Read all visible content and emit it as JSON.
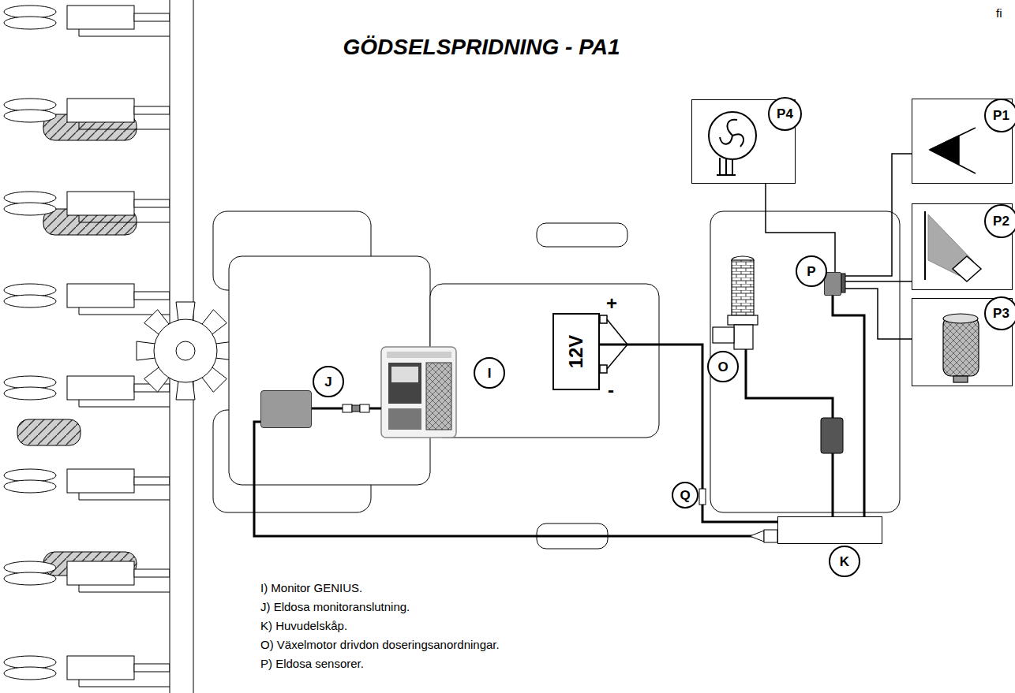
{
  "diagram": {
    "title": "GÖDSELSPRIDNING - PA1",
    "nodes": [
      {
        "text": [
          "I"
        ]
      },
      {
        "text": [
          "J"
        ]
      },
      {
        "text": [
          "K"
        ]
      },
      {
        "text": [
          "O"
        ]
      },
      {
        "text": [
          "P"
        ]
      },
      {
        "text": [
          "P1"
        ]
      },
      {
        "text": [
          "P2"
        ]
      },
      {
        "text": [
          "P3"
        ]
      },
      {
        "text": [
          "P4"
        ]
      },
      {
        "text": [
          "12V",
          "+",
          "-"
        ]
      }
    ],
    "edges": [
      {
        "from": 1,
        "to": 0,
        "arrow": "none"
      },
      {
        "from": 1,
        "to": 2,
        "arrow": "none"
      },
      {
        "from": 2,
        "to": 3,
        "arrow": "none"
      },
      {
        "from": 2,
        "to": 4,
        "arrow": "none"
      },
      {
        "from": 4,
        "to": 5,
        "arrow": "none"
      },
      {
        "from": 4,
        "to": 6,
        "arrow": "none"
      },
      {
        "from": 4,
        "to": 7,
        "arrow": "none"
      },
      {
        "from": 4,
        "to": 8,
        "arrow": "none"
      },
      {
        "from": 9,
        "to": 2,
        "label": "Q",
        "arrow": "none"
      }
    ],
    "labels": [
      "fi",
      "I) Monitor GENIUS.",
      "J) Eldosa monitoranslutning.",
      "K) Huvudelskåp.",
      "O) Växelmotor drivdon doseringsanordningar.",
      "P) Eldosa sensorer."
    ]
  }
}
